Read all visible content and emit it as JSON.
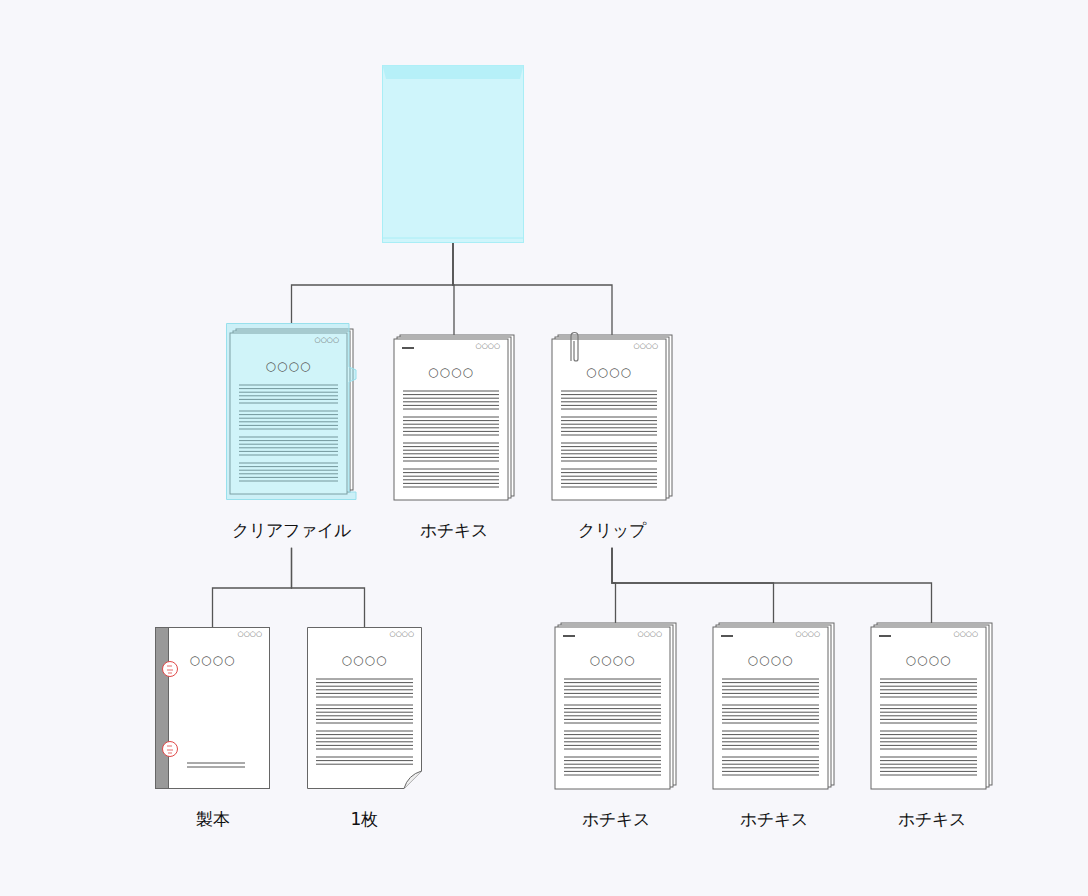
{
  "diagram": {
    "nodes": [
      {
        "text": []
      },
      {
        "text": [
          "○○○○",
          "○○○○",
          "クリアファイル"
        ]
      },
      {
        "text": [
          "○○○○",
          "○○○○",
          "ホチキス"
        ]
      },
      {
        "text": [
          "○○○○",
          "○○○○",
          "クリップ"
        ]
      },
      {
        "text": [
          "○○○○",
          "○○○○",
          "製本"
        ]
      },
      {
        "text": [
          "○○○○",
          "○○○○",
          "1枚"
        ]
      },
      {
        "text": [
          "○○○○",
          "○○○○",
          "ホチキス"
        ]
      },
      {
        "text": [
          "○○○○",
          "○○○○",
          "ホチキス"
        ]
      },
      {
        "text": [
          "○○○○",
          "○○○○",
          "ホチキス"
        ]
      }
    ],
    "edges": [
      {
        "from": 0,
        "to": 1,
        "arrow": "none"
      },
      {
        "from": 0,
        "to": 2,
        "arrow": "none"
      },
      {
        "from": 0,
        "to": 3,
        "arrow": "none"
      },
      {
        "from": 1,
        "to": 4,
        "arrow": "none"
      },
      {
        "from": 1,
        "to": 5,
        "arrow": "none"
      },
      {
        "from": 3,
        "to": 6,
        "arrow": "none"
      },
      {
        "from": 3,
        "to": 7,
        "arrow": "none"
      },
      {
        "from": 3,
        "to": 8,
        "arrow": "none"
      }
    ]
  }
}
